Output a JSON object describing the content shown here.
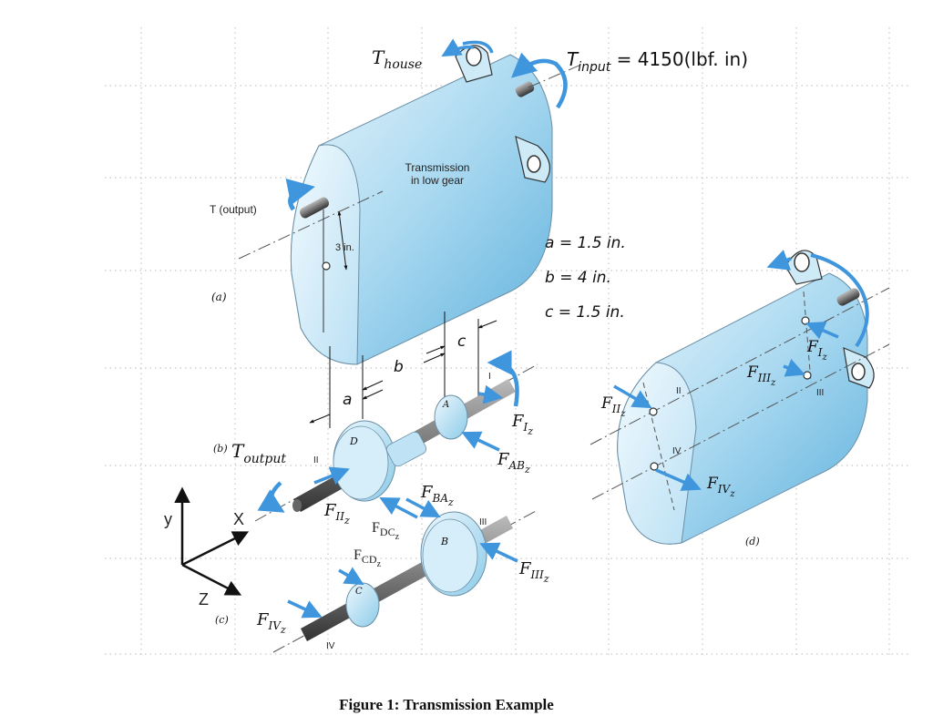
{
  "caption": "Figure 1: Transmission Example",
  "panel_labels": {
    "a": "(a)",
    "b": "(b)",
    "c": "(c)",
    "d": "(d)"
  },
  "housing": {
    "label_line1": "Transmission",
    "label_line2": "in low gear",
    "t_output": "T (output)",
    "offset": "3 in.",
    "t_house": "T",
    "t_house_sub": "house",
    "t_input": "T",
    "t_input_sub": "input",
    "t_input_value": " = 4150(lbf. in)"
  },
  "dimensions": {
    "a_eq": "a = 1.5 in.",
    "b_eq": "b = 4 in.",
    "c_eq": "c = 1.5 in.",
    "a": "a",
    "b": "b",
    "c": "c"
  },
  "shafts": {
    "t_output": "T",
    "t_output_sub": "output",
    "gear_d": "D",
    "gear_a": "A",
    "gear_b": "B",
    "gear_c": "C",
    "roman_1": "I",
    "roman_2": "II",
    "roman_3": "III",
    "roman_4": "IV",
    "f_i": "F",
    "f_i_sub": "I",
    "f_i_subsub": "z",
    "f_ab": "F",
    "f_ab_sub": "AB",
    "f_ab_subsub": "z",
    "f_ba": "F",
    "f_ba_sub": "BA",
    "f_ba_subsub": "z",
    "f_ii": "F",
    "f_ii_sub": "II",
    "f_ii_subsub": "z",
    "f_dc": "F",
    "f_dc_sub": "DC",
    "f_dc_subsub": "z",
    "f_cd": "F",
    "f_cd_sub": "CD",
    "f_cd_subsub": "z",
    "f_iii": "F",
    "f_iii_sub": "III",
    "f_iii_subsub": "z",
    "f_iv": "F",
    "f_iv_sub": "IV",
    "f_iv_subsub": "z"
  },
  "axes": {
    "x": "X",
    "y": "y",
    "z": "Z"
  },
  "housing_d": {
    "f_i": "F",
    "f_i_sub": "I",
    "f_i_subsub": "z",
    "f_ii": "F",
    "f_ii_sub": "II",
    "f_ii_subsub": "z",
    "f_iii": "F",
    "f_iii_sub": "III",
    "f_iii_subsub": "z",
    "f_iv": "F",
    "f_iv_sub": "IV",
    "f_iv_subsub": "z",
    "roman_1": "I",
    "roman_2": "II",
    "roman_3": "III",
    "roman_4": "IV"
  },
  "colors": {
    "housing_light": "#e6f4fb",
    "housing_mid": "#9fd4ee",
    "housing_dark": "#4fa6d6",
    "arrow_blue": "#3f96dd",
    "shaft_gray": "#777777",
    "grid_dot": "#c8c8c8"
  }
}
